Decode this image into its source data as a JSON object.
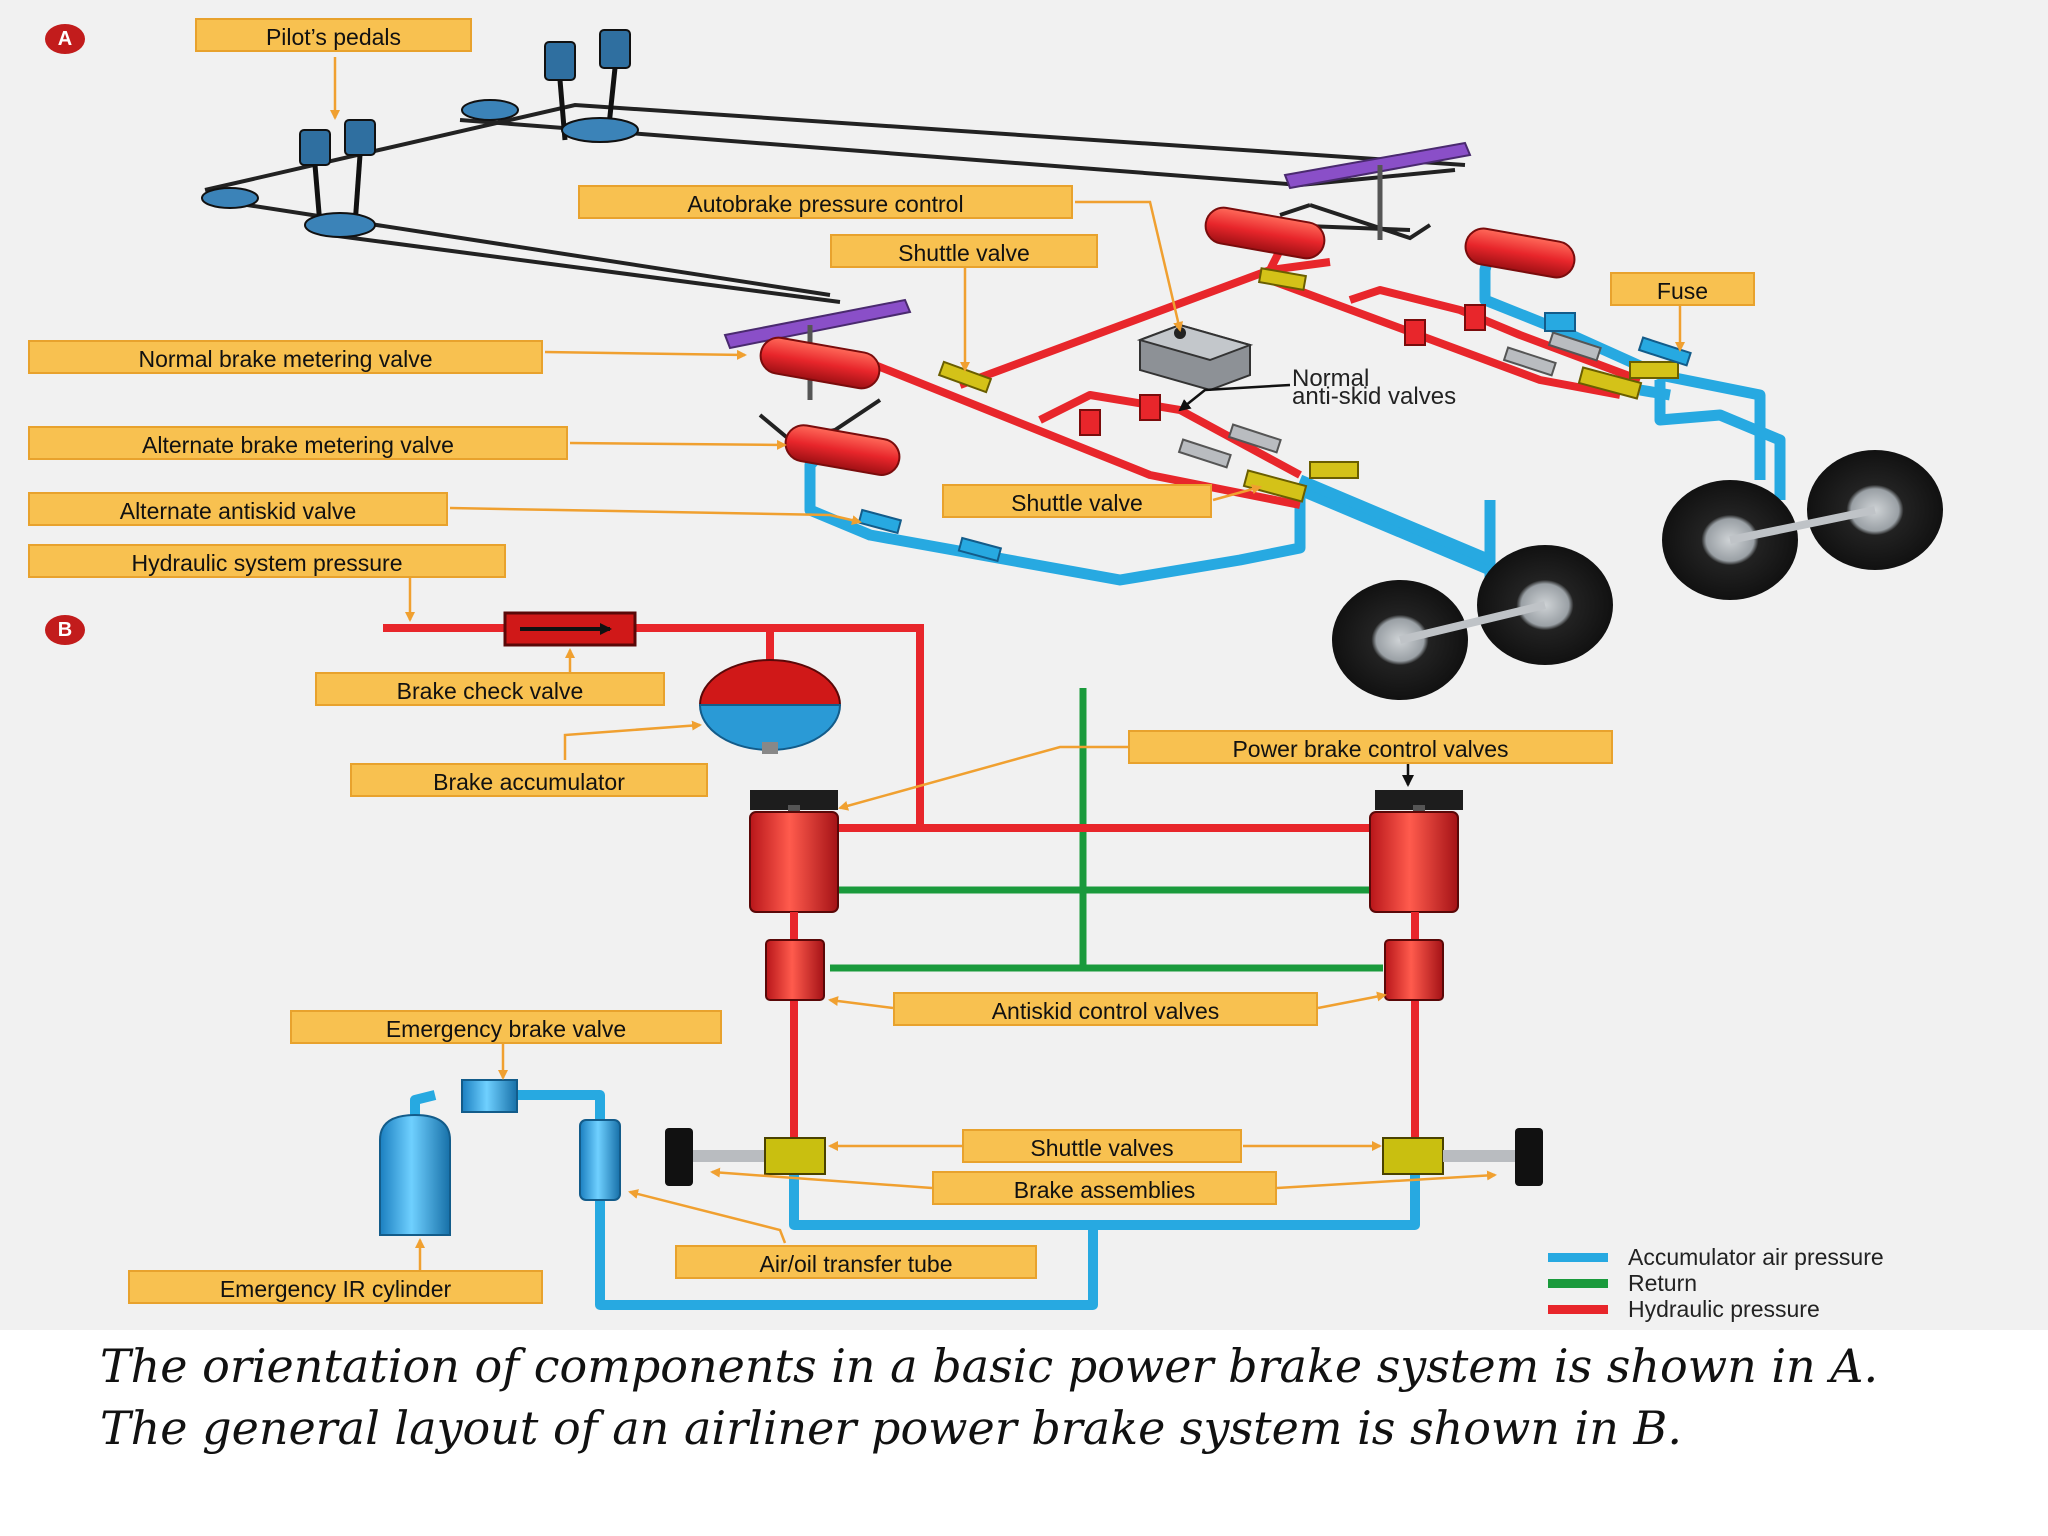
{
  "panel_a": {
    "badge": "A",
    "labels": {
      "pilots_pedals": "Pilot’s pedals",
      "autobrake": "Autobrake pressure control",
      "shuttle_valve_1": "Shuttle valve",
      "fuse": "Fuse",
      "normal_metering": "Normal brake metering valve",
      "alternate_metering": "Alternate brake metering valve",
      "alternate_antiskid": "Alternate antiskid valve",
      "shuttle_valve_2": "Shuttle valve",
      "hyd_pressure": "Hydraulic system pressure",
      "normal_antiskid_line1": "Normal",
      "normal_antiskid_line2": "anti-skid valves"
    }
  },
  "panel_b": {
    "badge": "B",
    "labels": {
      "check_valve": "Brake check valve",
      "accumulator": "Brake accumulator",
      "power_control": "Power brake control valves",
      "antiskid_control": "Antiskid control valves",
      "emergency_valve": "Emergency brake valve",
      "shuttle_valves": "Shuttle valves",
      "brake_assemblies": "Brake assemblies",
      "transfer_tube": "Air/oil transfer tube",
      "emergency_cylinder": "Emergency IR cylinder"
    }
  },
  "legend": [
    {
      "label": "Accumulator air pressure",
      "color": "#27a9e1"
    },
    {
      "label": "Return",
      "color": "#1a9a3c"
    },
    {
      "label": "Hydraulic pressure",
      "color": "#e8262b"
    }
  ],
  "caption": {
    "line1": "The orientation of components in a basic power brake system is shown in A.",
    "line2": "The general layout of an airliner power brake system is shown in B."
  }
}
